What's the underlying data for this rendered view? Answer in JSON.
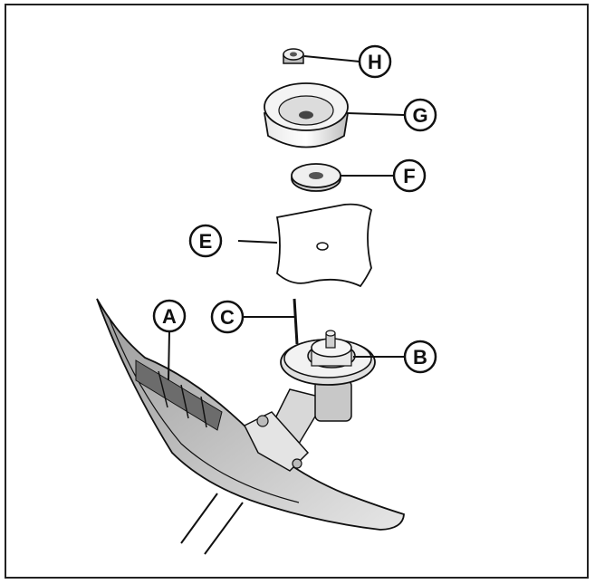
{
  "diagram": {
    "callouts": [
      {
        "id": "H",
        "label": "H"
      },
      {
        "id": "G",
        "label": "G"
      },
      {
        "id": "F",
        "label": "F"
      },
      {
        "id": "E",
        "label": "E"
      },
      {
        "id": "A",
        "label": "A"
      },
      {
        "id": "C",
        "label": "C"
      },
      {
        "id": "B",
        "label": "B"
      }
    ],
    "colors": {
      "line": "#111111",
      "fill": "#ffffff",
      "shade": "#cfcfcf",
      "dark": "#555555"
    }
  }
}
